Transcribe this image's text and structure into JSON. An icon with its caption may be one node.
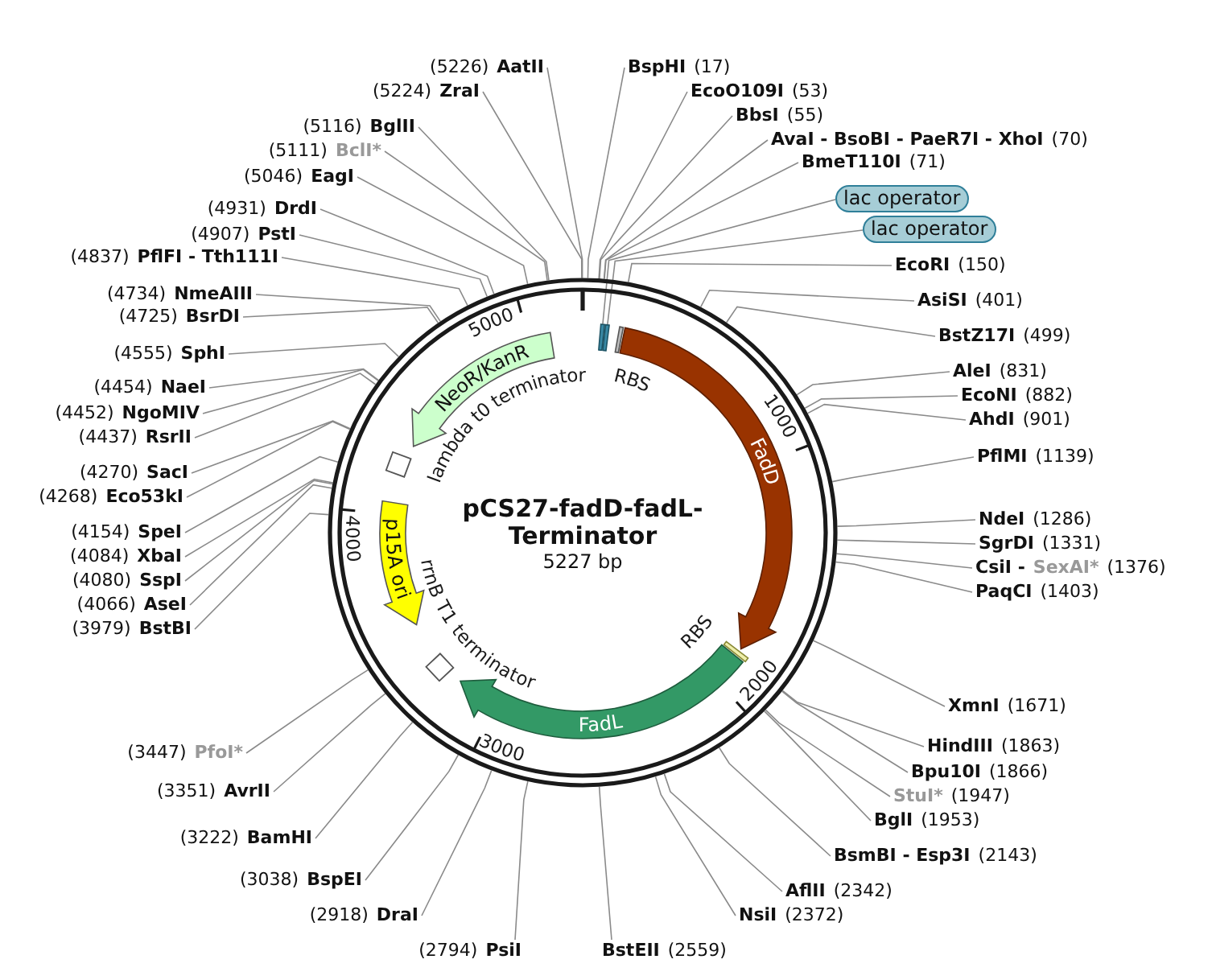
{
  "diagram": {
    "title": "pCS27-fadD-fadL-Terminator",
    "nodes": [
      {
        "text": [
          "FadD"
        ],
        "in": 64
      },
      {
        "text": [
          "FadL"
        ],
        "in": 64
      },
      {
        "text": [
          "NeoR/KanR"
        ],
        "in": 64
      },
      {
        "text": [
          "p15A ori"
        ],
        "in": 64
      },
      {
        "text": [],
        "shape": "bar",
        "in": 64
      },
      {
        "text": [],
        "shape": "bar",
        "in": 64
      },
      {
        "text": [],
        "shape": "box",
        "in": 64
      },
      {
        "text": [],
        "shape": "box",
        "in": 64
      },
      {
        "text": [],
        "shape": "bar",
        "in": 64
      },
      {
        "text": [],
        "shape": "bar",
        "in": 64
      },
      {
        "text": [
          "lac operator"
        ]
      },
      {
        "text": [
          "lac operator"
        ]
      },
      {
        "text": [
          "(5226)",
          "AatII"
        ]
      },
      {
        "text": [
          "(5224)",
          "ZraI"
        ]
      },
      {
        "text": [
          "(5116)",
          "BglII"
        ]
      },
      {
        "text": [
          "(5111)",
          "BclI*"
        ]
      },
      {
        "text": [
          "(5046)",
          "EagI"
        ]
      },
      {
        "text": [
          "(4931)",
          "DrdI"
        ]
      },
      {
        "text": [
          "(4907)",
          "PstI"
        ]
      },
      {
        "text": [
          "(4837)",
          "PflFI - Tth111I"
        ]
      },
      {
        "text": [
          "(4734)",
          "NmeAIII"
        ]
      },
      {
        "text": [
          "(4725)",
          "BsrDI"
        ]
      },
      {
        "text": [
          "(4555)",
          "SphI"
        ]
      },
      {
        "text": [
          "(4454)",
          "NaeI"
        ]
      },
      {
        "text": [
          "(4452)",
          "NgoMIV"
        ]
      },
      {
        "text": [
          "(4437)",
          "RsrII"
        ]
      },
      {
        "text": [
          "(4270)",
          "SacI"
        ]
      },
      {
        "text": [
          "(4268)",
          "Eco53kI"
        ]
      },
      {
        "text": [
          "(4154)",
          "SpeI"
        ]
      },
      {
        "text": [
          "(4084)",
          "XbaI"
        ]
      },
      {
        "text": [
          "(4080)",
          "SspI"
        ]
      },
      {
        "text": [
          "(4066)",
          "AseI"
        ]
      },
      {
        "text": [
          "(3979)",
          "BstBI"
        ]
      },
      {
        "text": [
          "(3447)",
          "PfoI*"
        ]
      },
      {
        "text": [
          "(3351)",
          "AvrII"
        ]
      },
      {
        "text": [
          "(3222)",
          "BamHI"
        ]
      },
      {
        "text": [
          "(3038)",
          "BspEI"
        ]
      },
      {
        "text": [
          "(2918)",
          "DraI"
        ]
      },
      {
        "text": [
          "(2794)",
          "PsiI"
        ]
      },
      {
        "text": [
          "BspHI",
          "(17)"
        ]
      },
      {
        "text": [
          "EcoO109I",
          "(53)"
        ]
      },
      {
        "text": [
          "BbsI",
          "(55)"
        ]
      },
      {
        "text": [
          "AvaI - BsoBI - PaeR7I - XhoI",
          "(70)"
        ]
      },
      {
        "text": [
          "BmeT110I",
          "(71)"
        ]
      },
      {
        "text": [
          "EcoRI",
          "(150)"
        ]
      },
      {
        "text": [
          "AsiSI",
          "(401)"
        ]
      },
      {
        "text": [
          "BstZ17I",
          "(499)"
        ]
      },
      {
        "text": [
          "AleI",
          "(831)"
        ]
      },
      {
        "text": [
          "EcoNI",
          "(882)"
        ]
      },
      {
        "text": [
          "AhdI",
          "(901)"
        ]
      },
      {
        "text": [
          "PflMI",
          "(1139)"
        ]
      },
      {
        "text": [
          "NdeI",
          "(1286)"
        ]
      },
      {
        "text": [
          "SgrDI",
          "(1331)"
        ]
      },
      {
        "text": [
          "CsiI -",
          "SexAI*",
          "(1376)"
        ]
      },
      {
        "text": [
          "PaqCI",
          "(1403)"
        ]
      },
      {
        "text": [
          "XmnI",
          "(1671)"
        ]
      },
      {
        "text": [
          "HindIII",
          "(1863)"
        ]
      },
      {
        "text": [
          "Bpu10I",
          "(1866)"
        ]
      },
      {
        "text": [
          "StuI*",
          "(1947)"
        ]
      },
      {
        "text": [
          "BglI",
          "(1953)"
        ]
      },
      {
        "text": [
          "BsmBI - Esp3I",
          "(2143)"
        ]
      },
      {
        "text": [
          "AflII",
          "(2342)"
        ]
      },
      {
        "text": [
          "NsiI",
          "(2372)"
        ]
      },
      {
        "text": [
          "BstEII",
          "(2559)"
        ]
      },
      {
        "text": [],
        "shape": "circle"
      }
    ],
    "edges": [
      {
        "from": 10,
        "to": 8,
        "arrow": "none"
      },
      {
        "from": 11,
        "to": 9,
        "arrow": "none"
      },
      {
        "from": 12,
        "to": 64,
        "arrow": "none"
      },
      {
        "from": 13,
        "to": 64,
        "arrow": "none"
      },
      {
        "from": 14,
        "to": 64,
        "arrow": "none"
      },
      {
        "from": 15,
        "to": 64,
        "arrow": "none"
      },
      {
        "from": 16,
        "to": 64,
        "arrow": "none"
      },
      {
        "from": 17,
        "to": 64,
        "arrow": "none"
      },
      {
        "from": 18,
        "to": 64,
        "arrow": "none"
      },
      {
        "from": 19,
        "to": 64,
        "arrow": "none"
      },
      {
        "from": 20,
        "to": 64,
        "arrow": "none"
      },
      {
        "from": 21,
        "to": 64,
        "arrow": "none"
      },
      {
        "from": 22,
        "to": 64,
        "arrow": "none"
      },
      {
        "from": 23,
        "to": 64,
        "arrow": "none"
      },
      {
        "from": 24,
        "to": 64,
        "arrow": "none"
      },
      {
        "from": 25,
        "to": 64,
        "arrow": "none"
      },
      {
        "from": 26,
        "to": 64,
        "arrow": "none"
      },
      {
        "from": 27,
        "to": 64,
        "arrow": "none"
      },
      {
        "from": 28,
        "to": 64,
        "arrow": "none"
      },
      {
        "from": 29,
        "to": 64,
        "arrow": "none"
      },
      {
        "from": 30,
        "to": 64,
        "arrow": "none"
      },
      {
        "from": 31,
        "to": 64,
        "arrow": "none"
      },
      {
        "from": 32,
        "to": 64,
        "arrow": "none"
      },
      {
        "from": 33,
        "to": 64,
        "arrow": "none"
      },
      {
        "from": 34,
        "to": 64,
        "arrow": "none"
      },
      {
        "from": 35,
        "to": 64,
        "arrow": "none"
      },
      {
        "from": 36,
        "to": 64,
        "arrow": "none"
      },
      {
        "from": 37,
        "to": 64,
        "arrow": "none"
      },
      {
        "from": 38,
        "to": 64,
        "arrow": "none"
      },
      {
        "from": 39,
        "to": 64,
        "arrow": "none"
      },
      {
        "from": 40,
        "to": 64,
        "arrow": "none"
      },
      {
        "from": 41,
        "to": 64,
        "arrow": "none"
      },
      {
        "from": 42,
        "to": 64,
        "arrow": "none"
      },
      {
        "from": 43,
        "to": 64,
        "arrow": "none"
      },
      {
        "from": 44,
        "to": 64,
        "arrow": "none"
      },
      {
        "from": 45,
        "to": 64,
        "arrow": "none"
      },
      {
        "from": 46,
        "to": 64,
        "arrow": "none"
      },
      {
        "from": 47,
        "to": 64,
        "arrow": "none"
      },
      {
        "from": 48,
        "to": 64,
        "arrow": "none"
      },
      {
        "from": 49,
        "to": 64,
        "arrow": "none"
      },
      {
        "from": 50,
        "to": 64,
        "arrow": "none"
      },
      {
        "from": 51,
        "to": 64,
        "arrow": "none"
      },
      {
        "from": 52,
        "to": 64,
        "arrow": "none"
      },
      {
        "from": 53,
        "to": 64,
        "arrow": "none"
      },
      {
        "from": 54,
        "to": 64,
        "arrow": "none"
      },
      {
        "from": 55,
        "to": 64,
        "arrow": "none"
      },
      {
        "from": 56,
        "to": 64,
        "arrow": "none"
      },
      {
        "from": 57,
        "to": 64,
        "arrow": "none"
      },
      {
        "from": 58,
        "to": 64,
        "arrow": "none"
      },
      {
        "from": 59,
        "to": 64,
        "arrow": "none"
      },
      {
        "from": 60,
        "to": 64,
        "arrow": "none"
      },
      {
        "from": 61,
        "to": 64,
        "arrow": "none"
      },
      {
        "from": 62,
        "to": 64,
        "arrow": "none"
      },
      {
        "from": 63,
        "to": 64,
        "arrow": "none"
      }
    ],
    "labels": [
      "1000",
      "2000",
      "3000",
      "4000",
      "5000",
      "5227 bp",
      "RBS",
      "RBS",
      "lambda t0 terminator",
      "rrnB T1 terminator"
    ]
  }
}
